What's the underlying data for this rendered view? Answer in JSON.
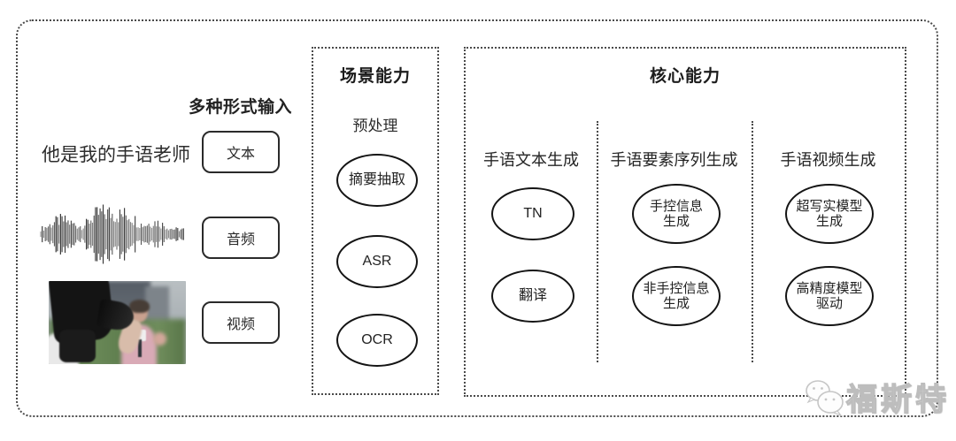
{
  "input_section": {
    "title": "多种形式输入",
    "sample_text": "他是我的手语老师",
    "items": [
      {
        "label": "文本"
      },
      {
        "label": "音频"
      },
      {
        "label": "视频"
      }
    ]
  },
  "scene_box": {
    "title": "场景能力",
    "subtitle": "预处理",
    "nodes": [
      {
        "lines": [
          "摘要抽取"
        ]
      },
      {
        "lines": [
          "ASR"
        ]
      },
      {
        "lines": [
          "OCR"
        ]
      }
    ]
  },
  "core_box": {
    "title": "核心能力",
    "columns": [
      {
        "header": "手语文本生成",
        "nodes": [
          {
            "lines": [
              "TN"
            ]
          },
          {
            "lines": [
              "翻译"
            ]
          }
        ]
      },
      {
        "header": "手语要素序列生成",
        "nodes": [
          {
            "lines": [
              "手控信息",
              "生成"
            ]
          },
          {
            "lines": [
              "非手控信息",
              "生成"
            ]
          }
        ]
      },
      {
        "header": "手语视频生成",
        "nodes": [
          {
            "lines": [
              "超写实模型",
              "生成"
            ]
          },
          {
            "lines": [
              "高精度模型",
              "驱动"
            ]
          }
        ]
      }
    ]
  },
  "watermark": {
    "text": "福斯特"
  },
  "colors": {
    "border": "#4a4a4a",
    "node_stroke": "#141414",
    "text": "#222222",
    "watermark": "#bdbdbd"
  }
}
